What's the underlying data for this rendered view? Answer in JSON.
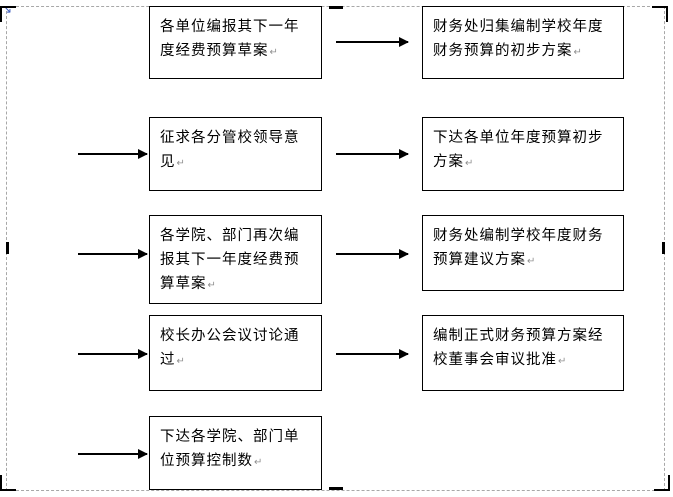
{
  "flowchart": {
    "left_column": [
      "各单位编报其下一年度经费预算草案",
      "征求各分管校领导意见",
      "各学院、部门再次编报其下一年度经费预算草案",
      "校长办公会议讨论通过",
      "下达各学院、部门单位预算控制数"
    ],
    "right_column": [
      "财务处归集编制学校年度财务预算的初步方案",
      "下达各单位年度预算初步方案",
      "财务处编制学校年度财务预算建议方案",
      "编制正式财务预算方案经校董事会审议批准"
    ]
  }
}
